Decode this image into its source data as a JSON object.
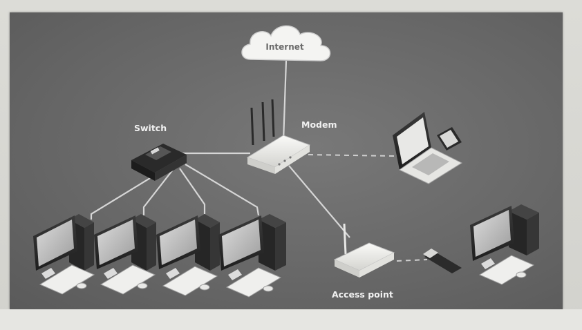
{
  "diagram": {
    "internet_label": "Internet",
    "switch_label": "Switch",
    "modem_label": "Modem",
    "access_point_label": "Access point"
  },
  "colors": {
    "panel": "#666666",
    "wired_link": "#d6d6d6",
    "wireless_link": "#cfcfcf",
    "device_white": "#f2f2f0",
    "device_dark": "#2c2c2c"
  },
  "icons": [
    "cloud-icon",
    "switch-icon",
    "modem-icon",
    "laptop-icon",
    "phone-icon",
    "desktop-computer-icon",
    "access-point-icon",
    "usb-wifi-adapter-icon"
  ]
}
